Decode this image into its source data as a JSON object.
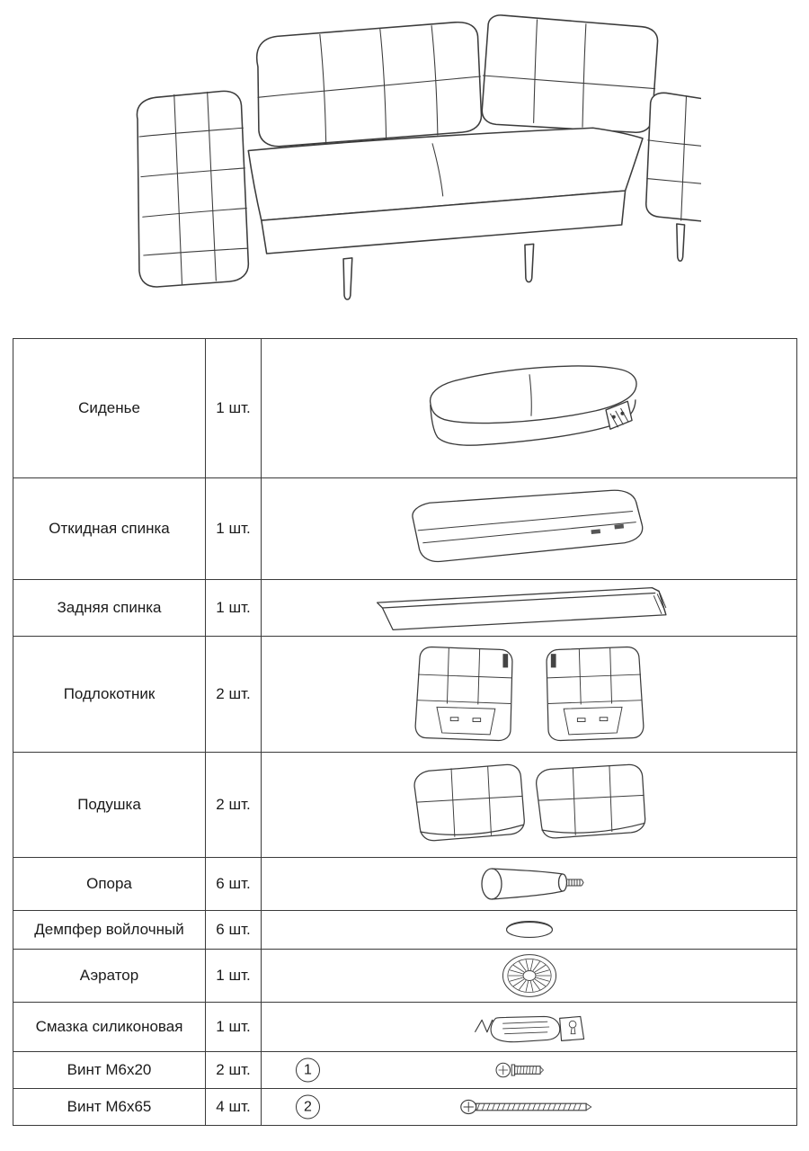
{
  "document": {
    "kind": "sofa assembly parts list",
    "hero_image": "assembled-sofa-line-drawing"
  },
  "colors": {
    "line": "#3c3c3c",
    "border": "#3a3a3a"
  },
  "parts": [
    {
      "name": "Сиденье",
      "qty": "1 шт.",
      "image": "seat-part-drawing"
    },
    {
      "name": "Откидная спинка",
      "qty": "1 шт.",
      "image": "folding-backrest-drawing"
    },
    {
      "name": "Задняя спинка",
      "qty": "1 шт.",
      "image": "rear-back-panel-drawing"
    },
    {
      "name": "Подлокотник",
      "qty": "2 шт.",
      "image": "armrest-drawing"
    },
    {
      "name": "Подушка",
      "qty": "2 шт.",
      "image": "cushion-drawing"
    },
    {
      "name": "Опора",
      "qty": "6 шт.",
      "image": "leg-support-drawing"
    },
    {
      "name": "Демпфер войлочный",
      "qty": "6 шт.",
      "image": "felt-damper-drawing"
    },
    {
      "name": "Аэратор",
      "qty": "1 шт.",
      "image": "aerator-drawing"
    },
    {
      "name": "Смазка силиконовая",
      "qty": "1 шт.",
      "image": "silicone-grease-drawing"
    },
    {
      "name": "Винт М6х20",
      "qty": "2 шт.",
      "marker": "1",
      "image": "screw-m6x20-drawing"
    },
    {
      "name": "Винт М6х65",
      "qty": "4 шт.",
      "marker": "2",
      "image": "screw-m6x65-drawing"
    }
  ]
}
